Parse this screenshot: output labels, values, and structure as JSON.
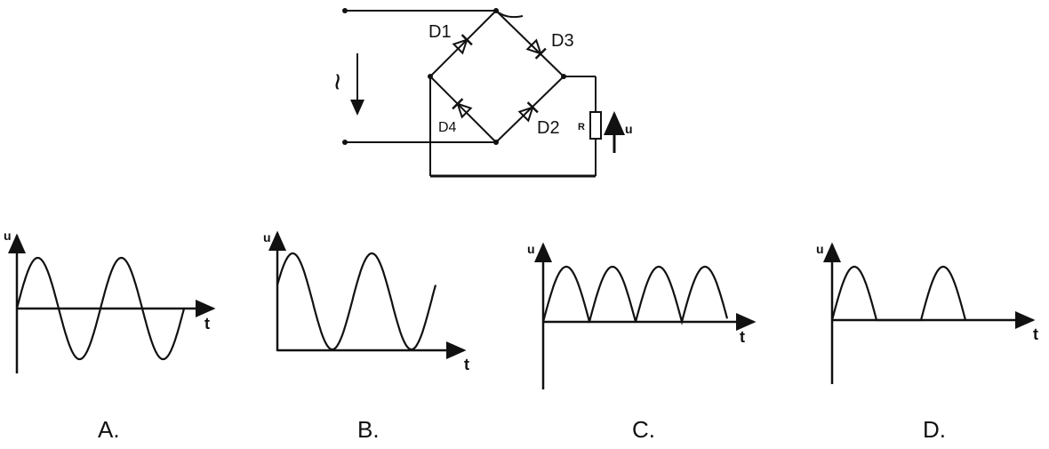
{
  "circuit": {
    "ac_symbol": "~",
    "diodes": [
      "D1",
      "D3",
      "D4",
      "D2"
    ],
    "resistor": "R",
    "output": "u"
  },
  "options": [
    {
      "label": "A.",
      "y_axis": "u",
      "x_axis": "t",
      "wave": "full-sine"
    },
    {
      "label": "B.",
      "y_axis": "u",
      "x_axis": "t",
      "wave": "offset-sine"
    },
    {
      "label": "C.",
      "y_axis": "u",
      "x_axis": "t",
      "wave": "full-wave-rectified"
    },
    {
      "label": "D.",
      "y_axis": "u",
      "x_axis": "t",
      "wave": "half-wave-rectified"
    }
  ]
}
